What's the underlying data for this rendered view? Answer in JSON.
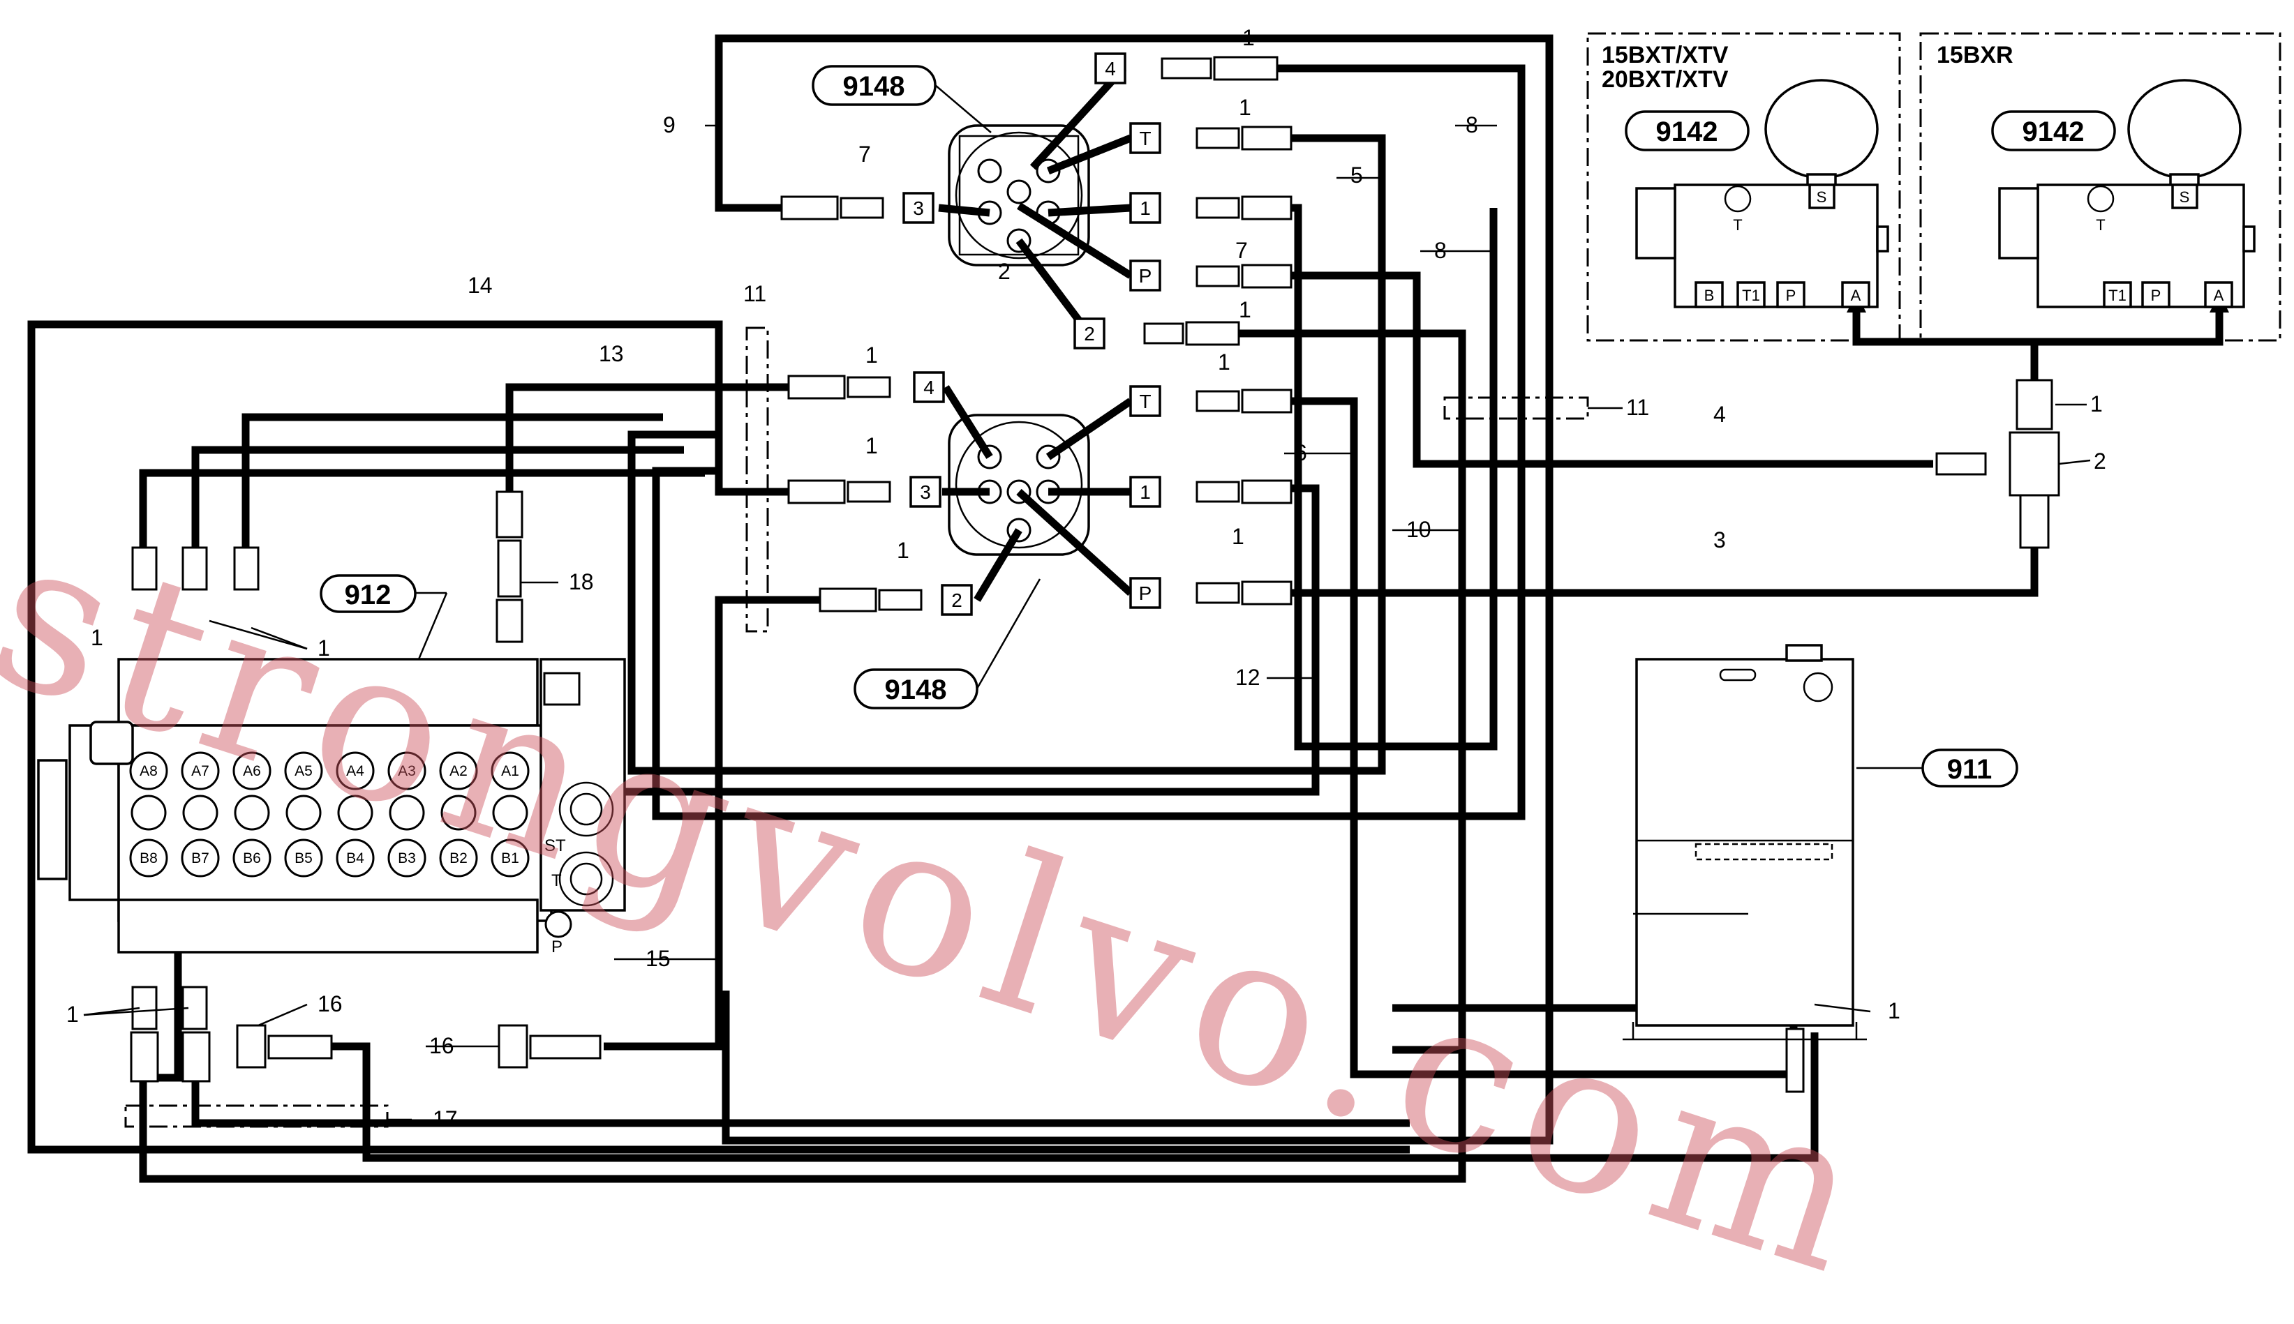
{
  "callouts": {
    "valve_block": "912",
    "tank": "911",
    "lever_upper": "9148",
    "lever_lower": "9148",
    "accumulator_1": "9142",
    "accumulator_2": "9142"
  },
  "variants": {
    "left_line1": "15BXT/XTV",
    "left_line2": "20BXT/XTV",
    "right": "15BXR"
  },
  "port_boxes": {
    "upper": [
      "4",
      "T",
      "3",
      "1",
      "P",
      "2"
    ],
    "lower": [
      "4",
      "T",
      "3",
      "1",
      "2",
      "P"
    ]
  },
  "pilot_labels_1": [
    "B",
    "T1",
    "P",
    "A",
    "S",
    "T"
  ],
  "pilot_labels_2": [
    "T1",
    "P",
    "A",
    "S",
    "T"
  ],
  "valve_sections_top": [
    "A8",
    "A7",
    "A6",
    "A5",
    "A4",
    "A3",
    "A2",
    "A1"
  ],
  "valve_sections_bottom": [
    "B8",
    "B7",
    "B6",
    "B5",
    "B4",
    "B3",
    "B2",
    "B1"
  ],
  "valve_side_labels": [
    "ST",
    "T",
    "P"
  ],
  "item_numbers": [
    "1",
    "1",
    "1",
    "1",
    "1",
    "1",
    "1",
    "1",
    "1",
    "1",
    "1",
    "1",
    "1",
    "2",
    "2",
    "3",
    "4",
    "5",
    "6",
    "7",
    "7",
    "8",
    "8",
    "9",
    "10",
    "11",
    "11",
    "12",
    "13",
    "14",
    "15",
    "16",
    "16",
    "17",
    "18"
  ],
  "watermark": "strongvolvo.com"
}
